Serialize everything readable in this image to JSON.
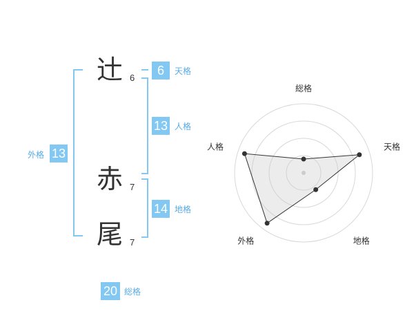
{
  "name": {
    "chars": [
      {
        "char": "辻",
        "strokes": "6"
      },
      {
        "char": "赤",
        "strokes": "7"
      },
      {
        "char": "尾",
        "strokes": "7"
      }
    ]
  },
  "kaku": {
    "tenkaku": {
      "label": "天格",
      "value": "6"
    },
    "jinkaku": {
      "label": "人格",
      "value": "13"
    },
    "chikaku": {
      "label": "地格",
      "value": "14"
    },
    "gaikaku": {
      "label": "外格",
      "value": "13"
    },
    "soukaku": {
      "label": "総格",
      "value": "20"
    }
  },
  "colors": {
    "accent": "#82c8f2",
    "label": "#5aace3",
    "text": "#333333"
  },
  "chart_data": {
    "type": "radar",
    "axes": [
      "総格",
      "天格",
      "地格",
      "外格",
      "人格"
    ],
    "values": [
      0.2,
      0.85,
      0.3,
      0.9,
      0.9
    ],
    "max": 1,
    "rings": 4
  }
}
